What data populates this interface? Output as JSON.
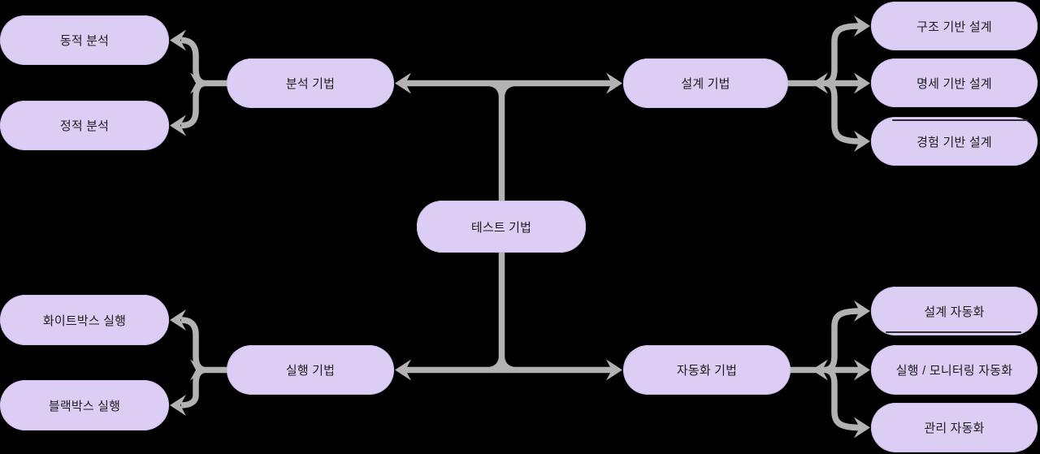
{
  "mindmap": {
    "root": {
      "label": "테스트 기법"
    },
    "branches": [
      {
        "label": "분석 기법",
        "children": [
          {
            "label": "동적 분석"
          },
          {
            "label": "정적 분석"
          }
        ]
      },
      {
        "label": "설계 기법",
        "children": [
          {
            "label": "구조 기반 설계"
          },
          {
            "label": "명세 기반 설계"
          },
          {
            "label": "경험 기반 설계"
          }
        ]
      },
      {
        "label": "실행 기법",
        "children": [
          {
            "label": "화이트박스 실행"
          },
          {
            "label": "블랙박스 실행"
          }
        ]
      },
      {
        "label": "자동화 기법",
        "children": [
          {
            "label": "설계 자동화"
          },
          {
            "label": "실행 / 모니터링 자동화"
          },
          {
            "label": "관리 자동화"
          }
        ]
      }
    ],
    "colors": {
      "background": "#000000",
      "node_fill": "#dccdf4",
      "node_border": "#cfbdee",
      "node_text": "#1c1c1e",
      "connector": "#b2b2b2"
    }
  }
}
